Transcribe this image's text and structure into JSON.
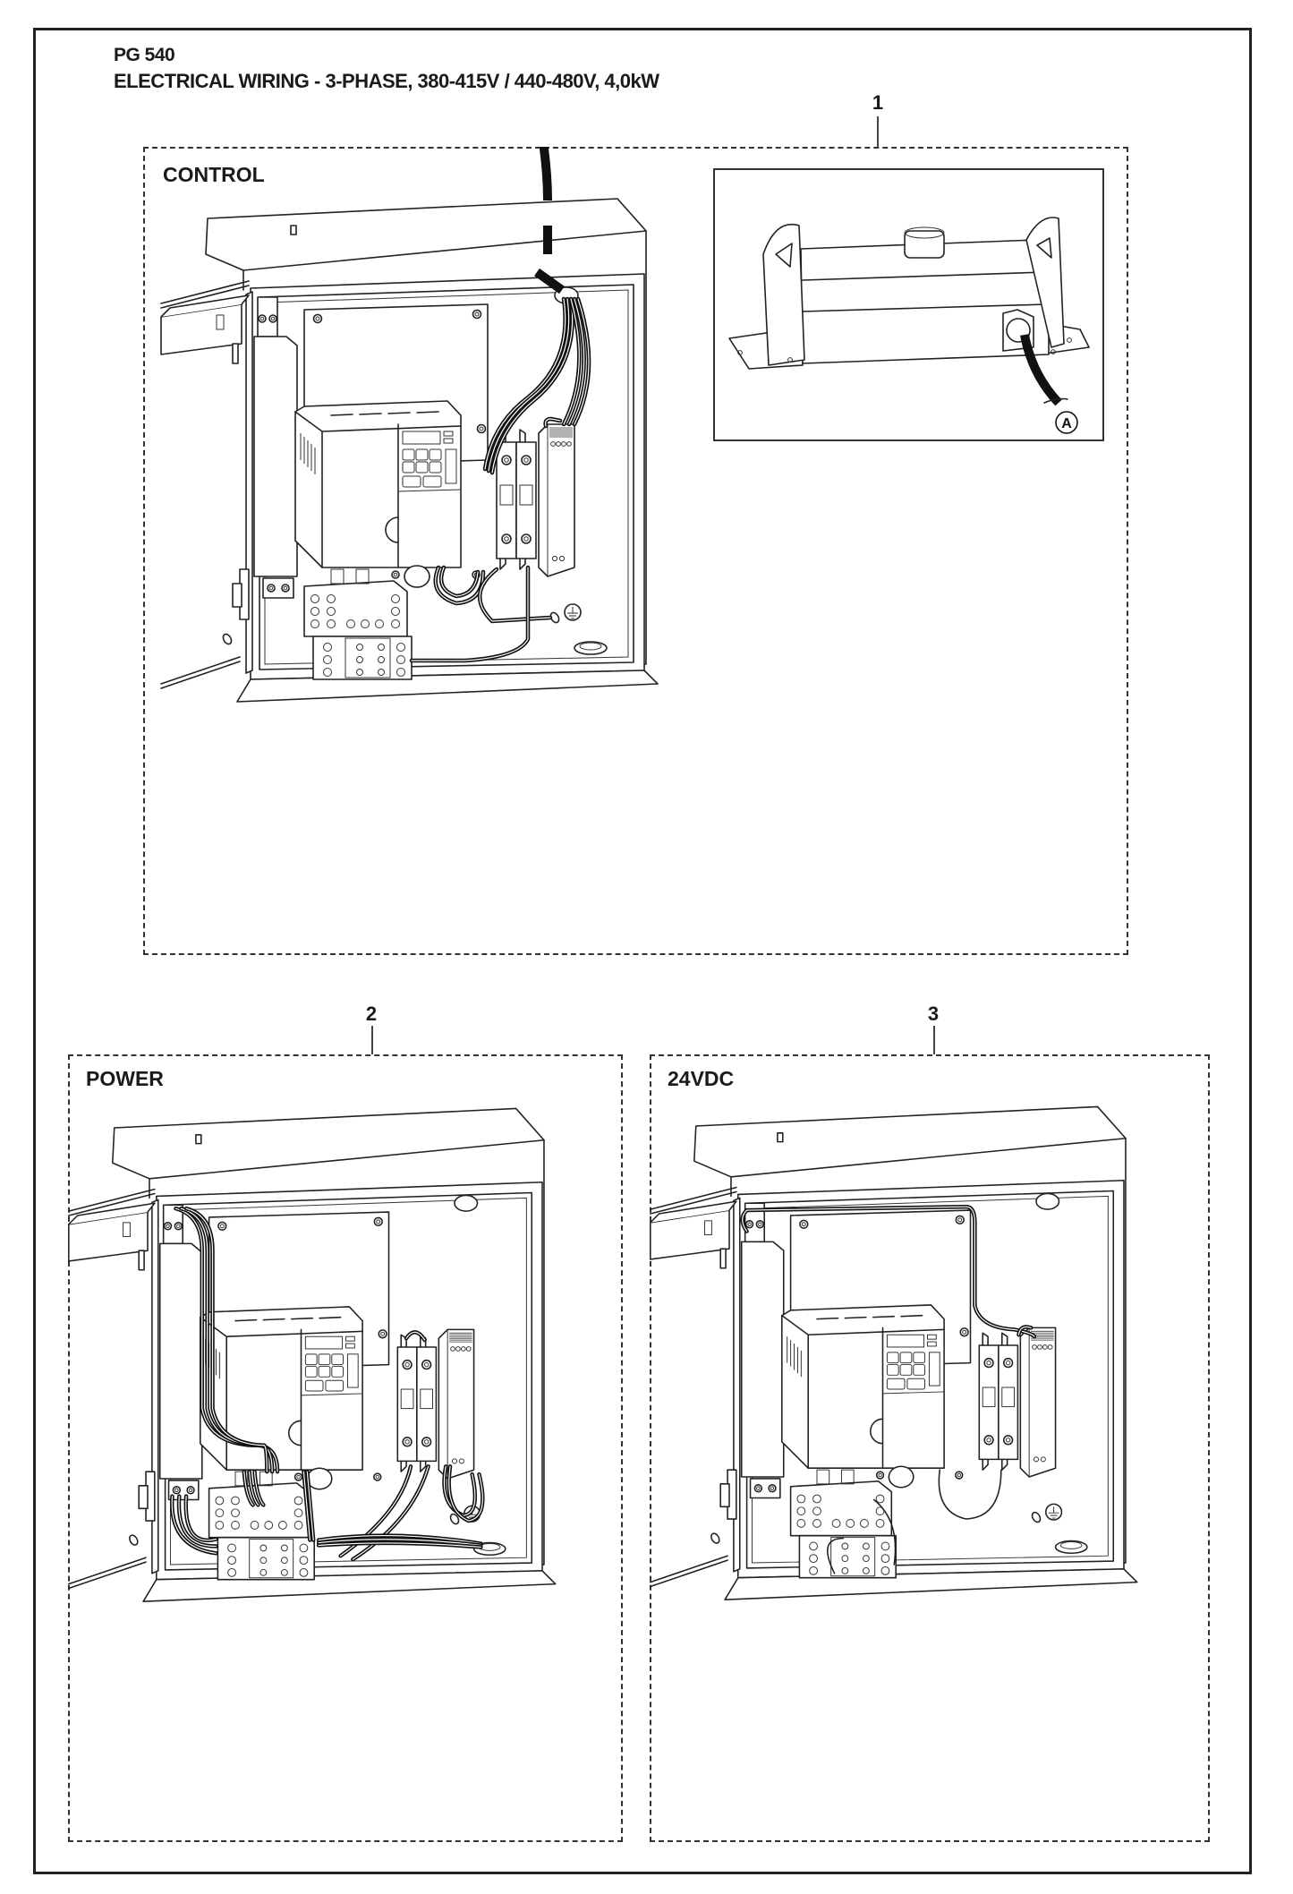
{
  "document": {
    "model": "PG 540",
    "title": "ELECTRICAL WIRING - 3-PHASE, 380-415V / 440-480V, 4,0kW"
  },
  "sections": [
    {
      "callout": "1",
      "label": "CONTROL",
      "wiring": "control"
    },
    {
      "callout": "2",
      "label": "POWER",
      "wiring": "power"
    },
    {
      "callout": "3",
      "label": "24VDC",
      "wiring": "dc24"
    }
  ],
  "connector_reference": "A",
  "inset": {
    "description": "remote-control-box",
    "reference": "A"
  },
  "colors": {
    "line": "#222222",
    "wire": "#111111",
    "background": "#ffffff",
    "dashed_border": "#333333"
  }
}
